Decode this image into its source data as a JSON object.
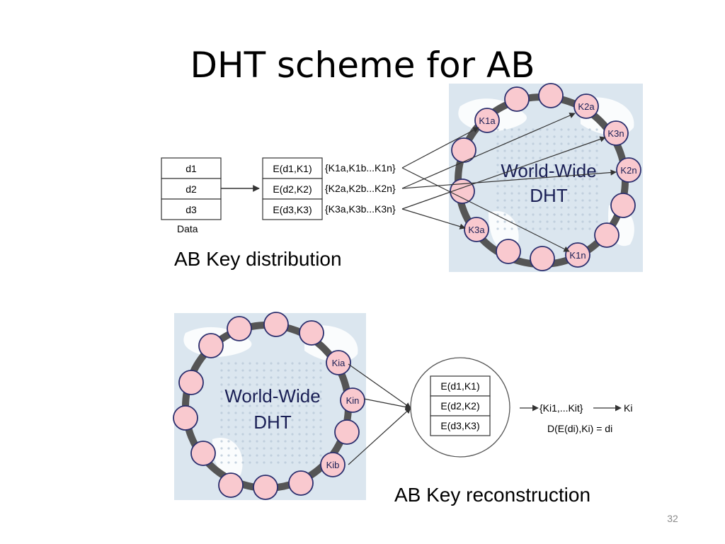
{
  "slide": {
    "title": "DHT scheme for AB",
    "page_number": "32"
  },
  "distribution": {
    "caption": "AB Key distribution",
    "data_label": "Data",
    "data_rows": [
      "d1",
      "d2",
      "d3"
    ],
    "encrypted_rows": [
      "E(d1,K1)",
      "E(d2,K2)",
      "E(d3,K3)"
    ],
    "key_sets": [
      "{K1a,K1b...K1n}",
      "{K2a,K2b...K2n}",
      "{K3a,K3b...K3n}"
    ],
    "dht_label_1": "World-Wide",
    "dht_label_2": "DHT",
    "node_labels": [
      "K1a",
      "K2a",
      "K3n",
      "K2n",
      "K1n",
      "K3a"
    ]
  },
  "reconstruction": {
    "caption": "AB Key reconstruction",
    "dht_label_1": "World-Wide",
    "dht_label_2": "DHT",
    "node_labels": [
      "Kia",
      "Kin",
      "Kib"
    ],
    "encrypted_rows": [
      "E(d1,K1)",
      "E(d2,K2)",
      "E(d3,K3)"
    ],
    "key_set": "{Ki1,...Kit}",
    "key_result": "Ki",
    "decrypt_formula": "D(E(di),Ki) = di"
  },
  "colors": {
    "node_fill": "#f9c9cf",
    "node_stroke": "#2b2f6e",
    "ring": "#555555",
    "map_bg": "#dbe6ef",
    "label_text": "#1a1f55"
  }
}
